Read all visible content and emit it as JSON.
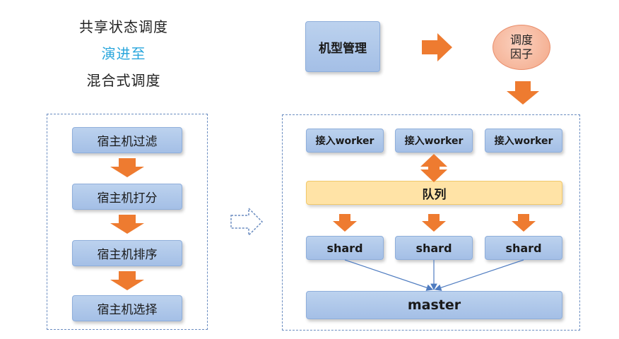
{
  "left_titles": {
    "line1": "共享状态调度",
    "line2": "演进至",
    "line3": "混合式调度"
  },
  "host_steps": [
    {
      "label": "宿主机过滤"
    },
    {
      "label": "宿主机打分"
    },
    {
      "label": "宿主机排序"
    },
    {
      "label": "宿主机选择"
    }
  ],
  "right": {
    "model_mgmt": "机型管理",
    "sched_factor_line1": "调度",
    "sched_factor_line2": "因子",
    "workers": [
      {
        "label": "接入worker"
      },
      {
        "label": "接入worker"
      },
      {
        "label": "接入worker"
      }
    ],
    "queue": "队列",
    "shards": [
      {
        "label": "shard"
      },
      {
        "label": "shard"
      },
      {
        "label": "shard"
      }
    ],
    "master": "master"
  },
  "colors": {
    "orange_arrow": "#ee7b30",
    "blue_box": "#a9c4e8",
    "queue_fill": "#ffe3a6",
    "circle_fill": "#f5b79c",
    "dashed_border": "#6a8cc0",
    "accent_text": "#2aa6dc"
  }
}
